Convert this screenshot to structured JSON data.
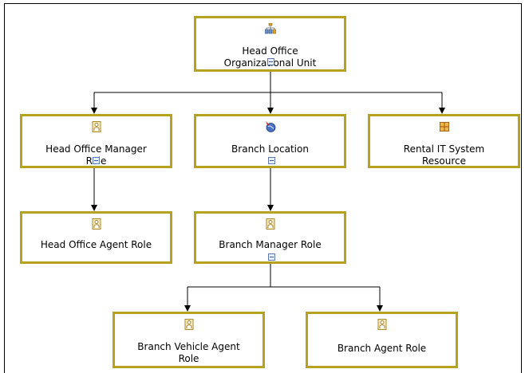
{
  "nodes": [
    {
      "id": "head_office",
      "label": "Head Office Organizational Unit",
      "label_lines": [
        "Head Office",
        "Organizational Unit"
      ],
      "icon": "org-unit-icon",
      "collapsible": true
    },
    {
      "id": "hom_role",
      "label": "Head Office Manager Role",
      "label_lines": [
        "Head Office Manager",
        "Role"
      ],
      "icon": "role-icon",
      "collapsible": true
    },
    {
      "id": "branch_loc",
      "label": "Branch Location",
      "label_lines": [
        "Branch Location"
      ],
      "icon": "location-icon",
      "collapsible": true
    },
    {
      "id": "rental_it",
      "label": "Rental IT System Resource",
      "label_lines": [
        "Rental IT System",
        "Resource"
      ],
      "icon": "resource-icon",
      "collapsible": false
    },
    {
      "id": "hoa_role",
      "label": "Head Office Agent Role",
      "label_lines": [
        "Head Office Agent Role"
      ],
      "icon": "role-icon",
      "collapsible": false
    },
    {
      "id": "bm_role",
      "label": "Branch Manager Role",
      "label_lines": [
        "Branch Manager Role"
      ],
      "icon": "role-icon",
      "collapsible": true
    },
    {
      "id": "bva_role",
      "label": "Branch Vehicle Agent Role",
      "label_lines": [
        "Branch Vehicle Agent",
        "Role"
      ],
      "icon": "role-icon",
      "collapsible": false
    },
    {
      "id": "ba_role",
      "label": "Branch Agent Role",
      "label_lines": [
        "Branch Agent Role"
      ],
      "icon": "role-icon",
      "collapsible": false
    }
  ],
  "edges": [
    {
      "from": "head_office",
      "to": "hom_role"
    },
    {
      "from": "head_office",
      "to": "branch_loc"
    },
    {
      "from": "head_office",
      "to": "rental_it"
    },
    {
      "from": "hom_role",
      "to": "hoa_role"
    },
    {
      "from": "branch_loc",
      "to": "bm_role"
    },
    {
      "from": "bm_role",
      "to": "bva_role"
    },
    {
      "from": "bm_role",
      "to": "ba_role"
    }
  ],
  "colors": {
    "node_border": "#b5a21f",
    "edge": "#000000",
    "toggle_border": "#5a7ab3"
  }
}
